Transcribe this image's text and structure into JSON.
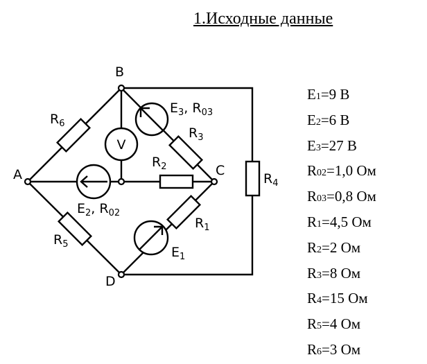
{
  "title": "1.Исходные данные",
  "nodes": {
    "A": "A",
    "B": "B",
    "C": "C",
    "D": "D"
  },
  "components": {
    "R6": {
      "main": "R",
      "sub": "6"
    },
    "R5": {
      "main": "R",
      "sub": "5"
    },
    "R3": {
      "main": "R",
      "sub": "3"
    },
    "R2": {
      "main": "R",
      "sub": "2"
    },
    "R1": {
      "main": "R",
      "sub": "1"
    },
    "R4": {
      "main": "R",
      "sub": "4"
    },
    "E1": {
      "main": "E",
      "sub": "1"
    },
    "E2": {
      "main": "E",
      "sub": "2",
      "main2": ", R",
      "sub2": "02"
    },
    "E3": {
      "main": "E",
      "sub": "3",
      "main2": ", R",
      "sub2": "03"
    },
    "voltmeter": "V"
  },
  "parameters": [
    {
      "name": "E",
      "sub": "1",
      "value": "=9 В"
    },
    {
      "name": "E",
      "sub": "2",
      "value": "=6 В"
    },
    {
      "name": "E",
      "sub": "3",
      "value": "=27 В"
    },
    {
      "name": "R",
      "sub": "02",
      "value": "=1,0 Ом"
    },
    {
      "name": "R",
      "sub": "03",
      "value": "=0,8 Ом"
    },
    {
      "name": "R",
      "sub": "1",
      "value": "=4,5 Ом"
    },
    {
      "name": "R",
      "sub": "2",
      "value": "=2 Ом"
    },
    {
      "name": "R",
      "sub": "3",
      "value": "=8 Ом"
    },
    {
      "name": "R",
      "sub": "4",
      "value": "=15 Ом"
    },
    {
      "name": "R",
      "sub": "5",
      "value": "=4 Ом"
    },
    {
      "name": "R",
      "sub": "6",
      "value": "=3 Ом"
    }
  ]
}
